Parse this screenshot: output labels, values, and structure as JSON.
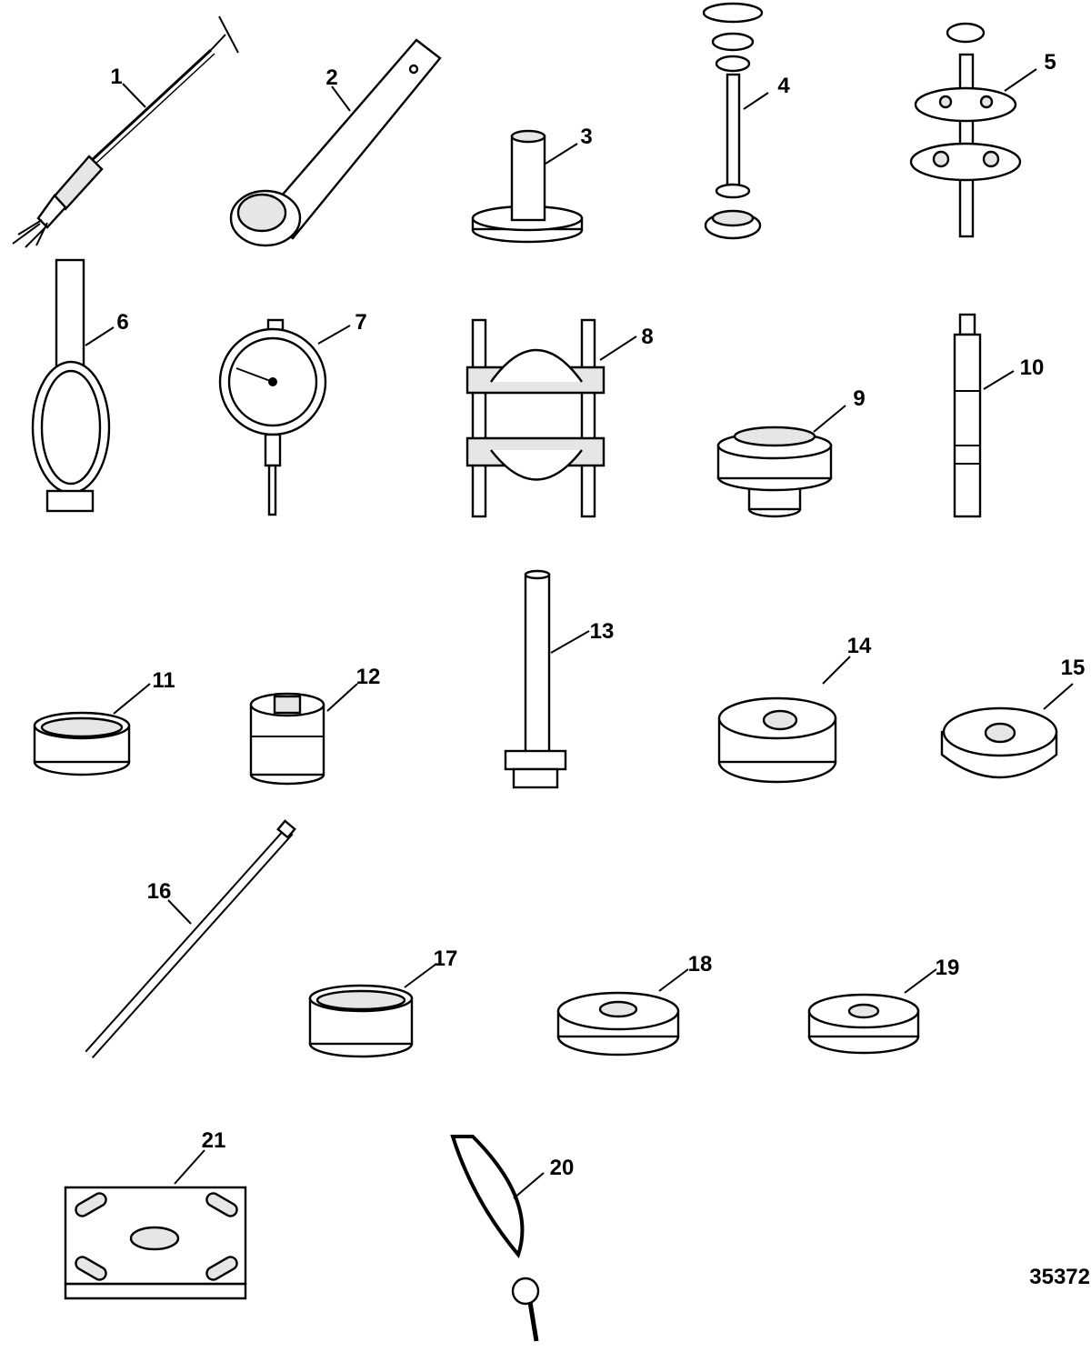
{
  "callouts": [
    {
      "id": "1",
      "label": "1"
    },
    {
      "id": "2",
      "label": "2"
    },
    {
      "id": "3",
      "label": "3"
    },
    {
      "id": "4",
      "label": "4"
    },
    {
      "id": "5",
      "label": "5"
    },
    {
      "id": "6",
      "label": "6"
    },
    {
      "id": "7",
      "label": "7"
    },
    {
      "id": "8",
      "label": "8"
    },
    {
      "id": "9",
      "label": "9"
    },
    {
      "id": "10",
      "label": "10"
    },
    {
      "id": "11",
      "label": "11"
    },
    {
      "id": "12",
      "label": "12"
    },
    {
      "id": "13",
      "label": "13"
    },
    {
      "id": "14",
      "label": "14"
    },
    {
      "id": "15",
      "label": "15"
    },
    {
      "id": "16",
      "label": "16"
    },
    {
      "id": "17",
      "label": "17"
    },
    {
      "id": "18",
      "label": "18"
    },
    {
      "id": "19",
      "label": "19"
    },
    {
      "id": "20",
      "label": "20"
    },
    {
      "id": "21",
      "label": "21"
    }
  ],
  "figure_id": "35372"
}
